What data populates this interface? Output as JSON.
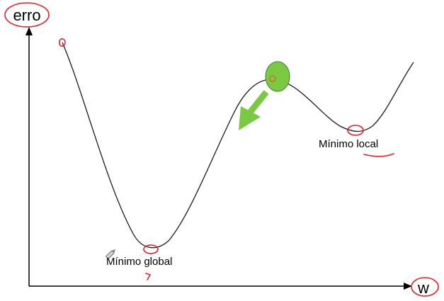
{
  "axes": {
    "y_label": "erro",
    "x_label": "w"
  },
  "labels": {
    "global_minimum": "Mínimo global",
    "local_minimum": "Mínimo local"
  },
  "colors": {
    "curve": "#1a1a1a",
    "axis": "#000000",
    "annotation": "#e0202a",
    "ball_fill": "#7ac943",
    "ball_stroke": "#3f7f2a",
    "arrow": "#7ac943"
  },
  "icons": {
    "ball": "green-ball-icon",
    "arrow": "down-left-arrow-icon",
    "pencil": "pencil-icon"
  }
}
